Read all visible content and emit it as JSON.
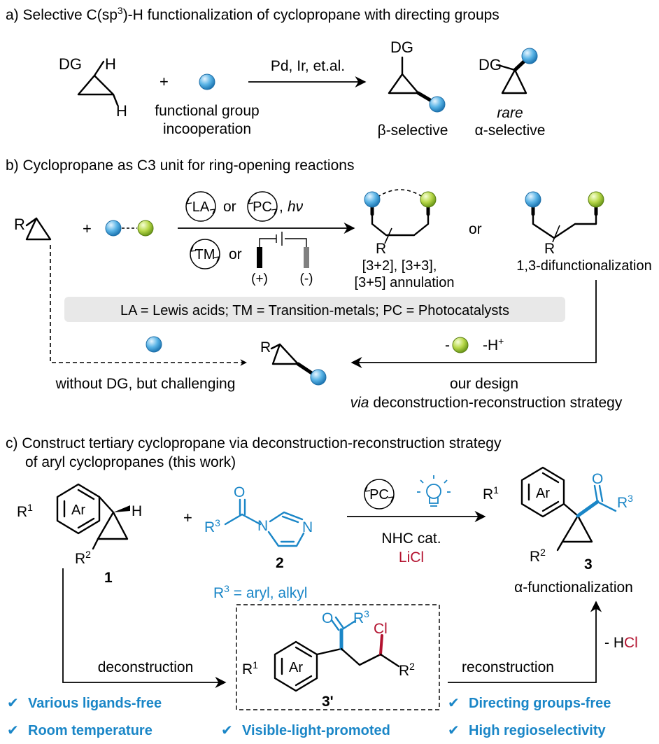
{
  "panel_a": {
    "title_prefix": "a) Selective C(sp",
    "title_sup": "3",
    "title_suffix": ")-H functionalization of cyclopropane with directing groups",
    "dg": "DG",
    "h": "H",
    "plus": "+",
    "reagent_line1": "functional group",
    "reagent_line2": "incooperation",
    "catalysts": "Pd, Ir, et.al.",
    "beta_label": "β-selective",
    "rare_label": "rare",
    "alpha_label": "α-selective"
  },
  "panel_b": {
    "title": "b) Cyclopropane as C3 unit for ring-opening reactions",
    "r": "R",
    "plus": "+",
    "la": "LA",
    "pc": "PC",
    "tm": "TM",
    "or": "or",
    "hv": "hν",
    "anode": "(+)",
    "cathode": "(-)",
    "annulation_line1": "[3+2], [3+3],",
    "annulation_line2": "[3+5] annulation",
    "difunc": "1,3-difunctionalization",
    "legend": "LA = Lewis acids; TM = Transition-metals; PC = Photocatalysts",
    "minus": "-",
    "minus_h": "-H",
    "h_sup": "+",
    "without_dg": "without DG, but challenging",
    "our_design": "our design",
    "via": "via",
    "strategy": "deconstruction-reconstruction strategy"
  },
  "panel_c": {
    "title_line1": "c) Construct tertiary cyclopropane via deconstruction-reconstruction strategy",
    "title_line2": "of aryl cyclopropanes (this work)",
    "r": "R",
    "sup1": "1",
    "sup2": "2",
    "sup3": "3",
    "ar": "Ar",
    "h": "H",
    "o": "O",
    "n": "N",
    "cl": "Cl",
    "plus": "+",
    "cmpd1": "1",
    "cmpd2": "2",
    "cmpd3": "3",
    "cmpd3p": "3'",
    "r3_def_prefix": "R",
    "r3_def_suffix": " = aryl, alkyl",
    "pc": "PC",
    "nhc": "NHC cat.",
    "licl": "LiCl",
    "alpha_func": "α-functionalization",
    "deconstruction": "deconstruction",
    "reconstruction": "reconstruction",
    "minus_h": "- H",
    "check": "✔",
    "features": [
      "Various ligands-free",
      "Directing groups-free",
      "Room temperature",
      "Visible-light-promoted",
      "High regioselectivity"
    ]
  },
  "colors": {
    "blue_accent": "#1a86c7",
    "red_accent": "#b3122f",
    "ball_blue": "#5ab4e6",
    "ball_green": "#b8d84a",
    "legend_bg": "#e8e8e8"
  }
}
